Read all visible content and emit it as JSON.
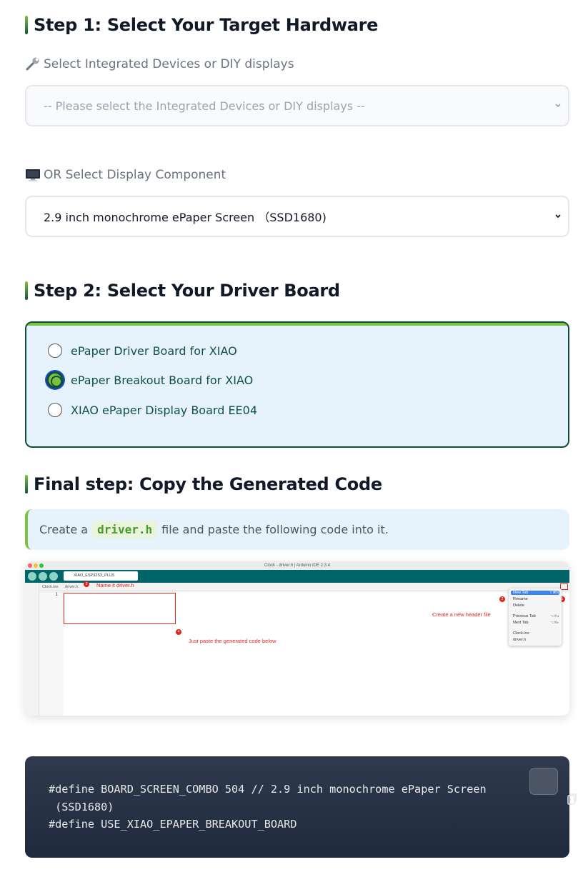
{
  "step1": {
    "title": "Step 1: Select Your Target Hardware",
    "integrated_label": "Select Integrated Devices or DIY displays",
    "integrated_icon": "wrench-icon",
    "integrated_select_value": "-- Please select the Integrated Devices or DIY displays --",
    "component_label": "OR Select Display Component",
    "component_icon": "monitor-icon",
    "component_select_value": "2.9 inch monochrome ePaper Screen （SSD1680)"
  },
  "step2": {
    "title": "Step 2: Select Your Driver Board",
    "options": [
      {
        "label": "ePaper Driver Board for XIAO",
        "checked": false
      },
      {
        "label": "ePaper Breakout Board for XIAO",
        "checked": true
      },
      {
        "label": "XIAO ePaper Display Board EE04",
        "checked": false
      }
    ]
  },
  "final": {
    "title": "Final step: Copy the Generated Code",
    "note_prefix": "Create a",
    "note_file": "driver.h",
    "note_suffix": "file and paste the following code into it.",
    "screenshot": {
      "window_title": "Clock - driver.h | Arduino IDE 2.3.4",
      "board": "XIAO_ESP32S3_PLUS",
      "tabs": [
        "Clock.ino",
        "driver.h"
      ],
      "line_number": "1",
      "annotation_name": "Name it driver.h",
      "annotation_header": "Create a new header file",
      "annotation_paste": "Just paste the generated code below",
      "badges": [
        "1",
        "2",
        "3",
        "4"
      ],
      "menu_items": [
        "New Tab",
        "Rename",
        "Delete",
        "Previous Tab",
        "Next Tab",
        "Clock.ino",
        "driver.h"
      ],
      "new_tab_shortcut": "⇧⌘N",
      "prev_shortcut": "⌥⌘◂",
      "next_shortcut": "⌥⌘▸"
    },
    "code_lines": [
      "#define BOARD_SCREEN_COMBO 504 // 2.9 inch monochrome ePaper Screen",
      " (SSD1680)",
      "#define USE_XIAO_EPAPER_BREAKOUT_BOARD"
    ],
    "copy_icon": "copy-icon"
  },
  "colors": {
    "accent_green": "#7cc242",
    "dark_green": "#0f4c3a",
    "light_blue": "#e6f3fd",
    "code_bg": "#1f2a3c",
    "annotation_red": "#e0251b"
  }
}
